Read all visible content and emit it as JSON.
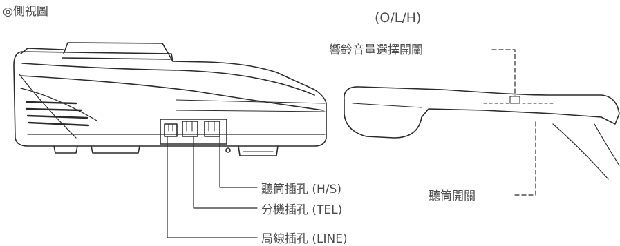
{
  "title": "◎側視圖",
  "labels": {
    "volume_modes": "(O/L/H)",
    "ringer_switch": "響鈴音量選擇開關",
    "hook_switch": "聽筒開關",
    "handset_jack": "聽筒插孔 (H/S)",
    "extension_jack": "分機插孔 (TEL)",
    "line_jack": "局線插孔 (LINE)"
  }
}
